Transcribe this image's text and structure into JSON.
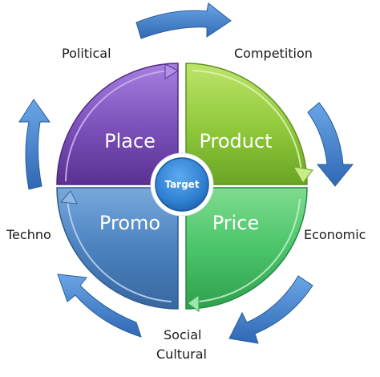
{
  "center": {
    "label": "Target"
  },
  "quadrants": [
    {
      "key": "place",
      "label": "Place",
      "color": "#7a4fb8"
    },
    {
      "key": "product",
      "label": "Product",
      "color": "#8fc83a"
    },
    {
      "key": "promo",
      "label": "Promo",
      "color": "#4b82be"
    },
    {
      "key": "price",
      "label": "Price",
      "color": "#4bc46a"
    }
  ],
  "forces": [
    {
      "key": "political",
      "label": "Political"
    },
    {
      "key": "competition",
      "label": "Competition"
    },
    {
      "key": "economic",
      "label": "Economic"
    },
    {
      "key": "social",
      "label": "Social"
    },
    {
      "key": "cultural",
      "label": "Cultural"
    },
    {
      "key": "techno",
      "label": "Techno"
    }
  ],
  "colors": {
    "arrow": "#3f7cc6",
    "center": "#2f7fd1"
  }
}
